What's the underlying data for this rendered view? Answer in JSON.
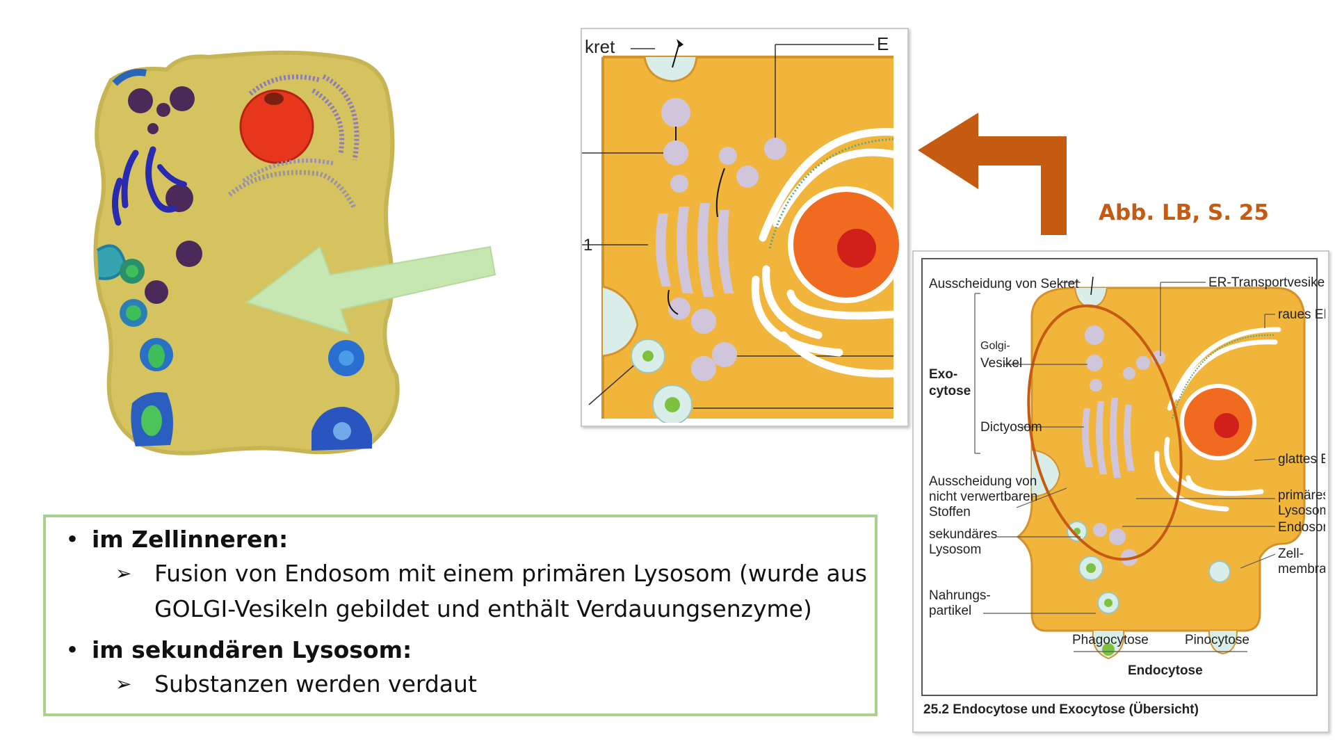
{
  "reference_label": "Abb. LB, S. 25",
  "zoom_labels": {
    "top_left": "kret",
    "top_right": "E",
    "left_mid": "1"
  },
  "overview": {
    "caption": "25.2 Endocytose und Exocytose (Übersicht)",
    "labels": {
      "ausscheidung_sekret": "Ausscheidung von Sekret",
      "er_transportvesikel": "ER-Transportvesikel",
      "raues_er": "raues ER",
      "golgi_1": "Golgi-",
      "golgi_2": "Vesikel",
      "exo_1": "Exo-",
      "exo_2": "cytose",
      "dictyosom": "Dictyosom",
      "glattes_er": "glattes ER",
      "nicht_1": "Ausscheidung von",
      "nicht_2": "nicht verwertbaren",
      "nicht_3": "Stoffen",
      "primaer_1": "primäres",
      "primaer_2": "Lysosom",
      "endosom": "Endosom",
      "sek_1": "sekundäres",
      "sek_2": "Lysosom",
      "zell_1": "Zell-",
      "zell_2": "membran",
      "nahrung_1": "Nahrungs-",
      "nahrung_2": "partikel",
      "phagocytose": "Phagocytose",
      "pinocytose": "Pinocytose",
      "endocytose": "Endocytose"
    }
  },
  "info": {
    "bullets": [
      {
        "title": "im Zellinneren:",
        "sub": [
          "Fusion von Endosom mit einem primären Lysosom (wurde aus",
          "GOLGI-Vesikeln gebildet und enthält Verdauungsenzyme)"
        ]
      },
      {
        "title": "im sekundären Lysosom:",
        "sub": [
          "Substanzen werden verdaut"
        ]
      }
    ],
    "bullet_char": "•",
    "sub_char": "➢"
  },
  "colors": {
    "accent_orange": "#c55a11",
    "box_border": "#a9d18e",
    "cell_fill": "#f2b53c",
    "green_arrow": "#c6e6b2"
  }
}
